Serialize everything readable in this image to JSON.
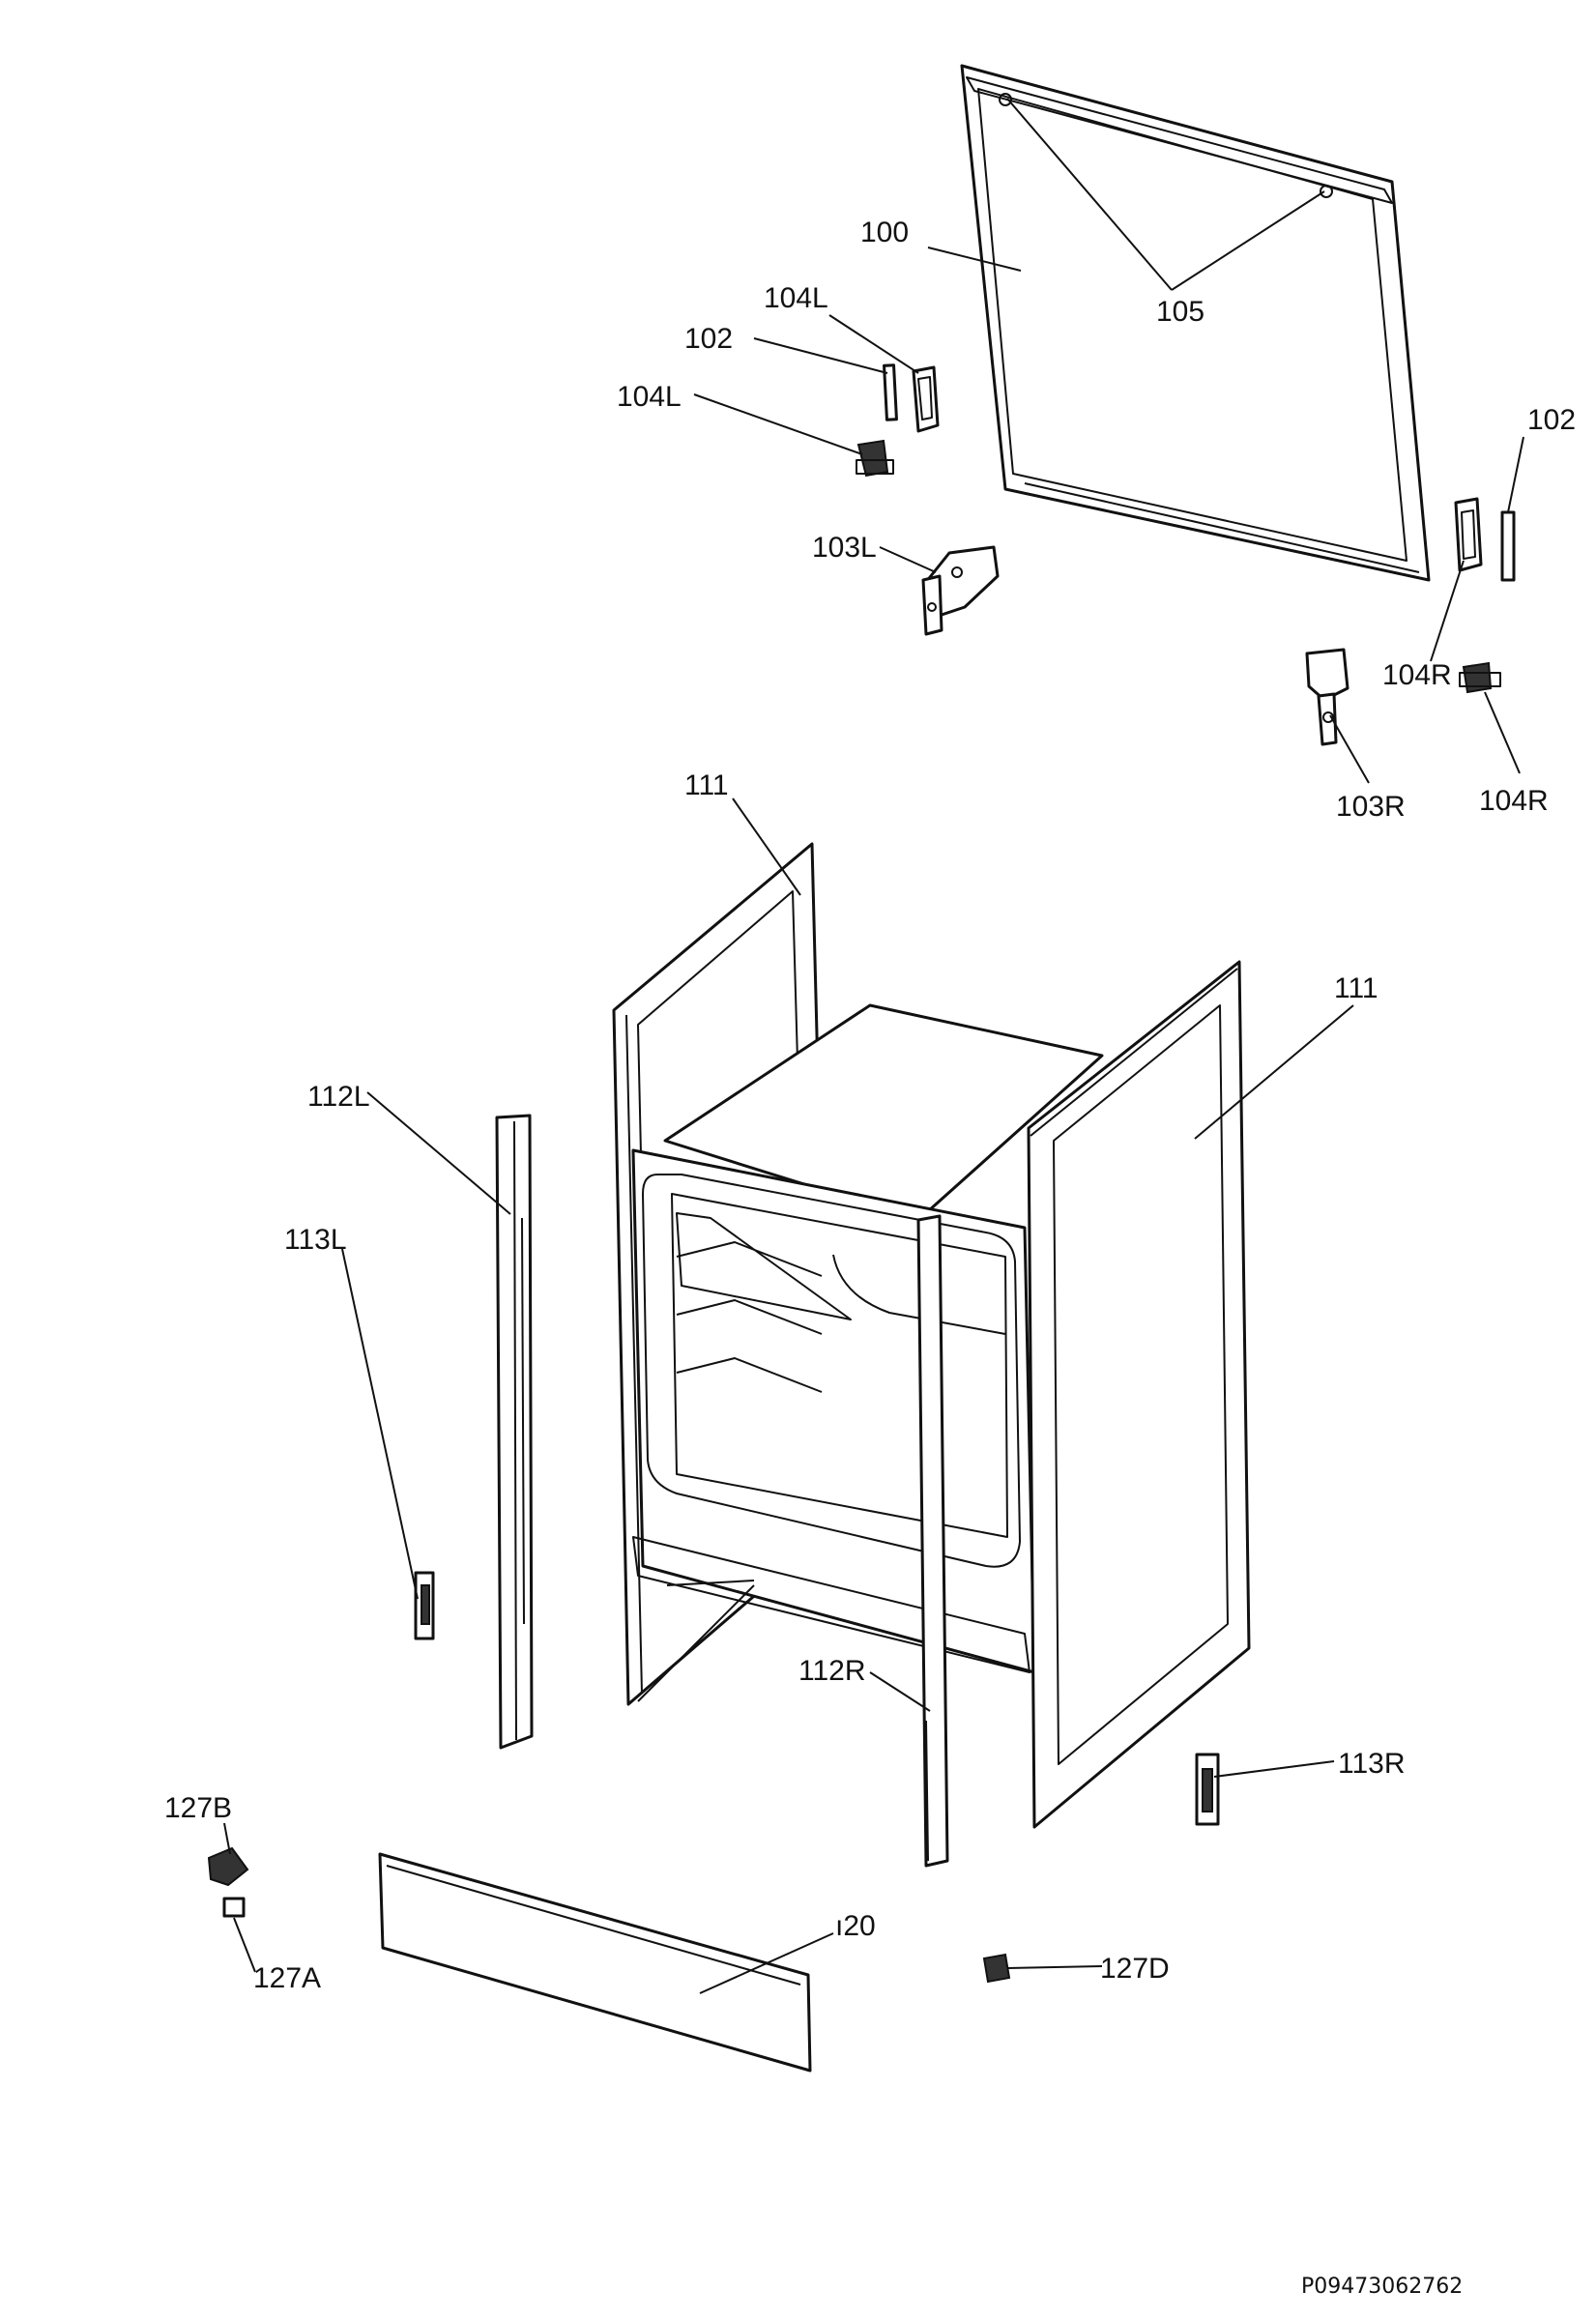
{
  "labels": {
    "p100": "100",
    "p105": "105",
    "p104L_top": "104L",
    "p102_left": "102",
    "p104L_mid": "104L",
    "p103L": "103L",
    "p102_right": "102",
    "p104R_left": "104R",
    "p104R_right": "104R",
    "p103R": "103R",
    "p111_left": "111",
    "p111_right": "111",
    "p112L": "112L",
    "p113L": "113L",
    "p112R": "112R",
    "p113R": "113R",
    "p127B": "127B",
    "p127A": "127A",
    "p120": "ı20",
    "p127D": "127D"
  },
  "document_code": "P09473062762"
}
